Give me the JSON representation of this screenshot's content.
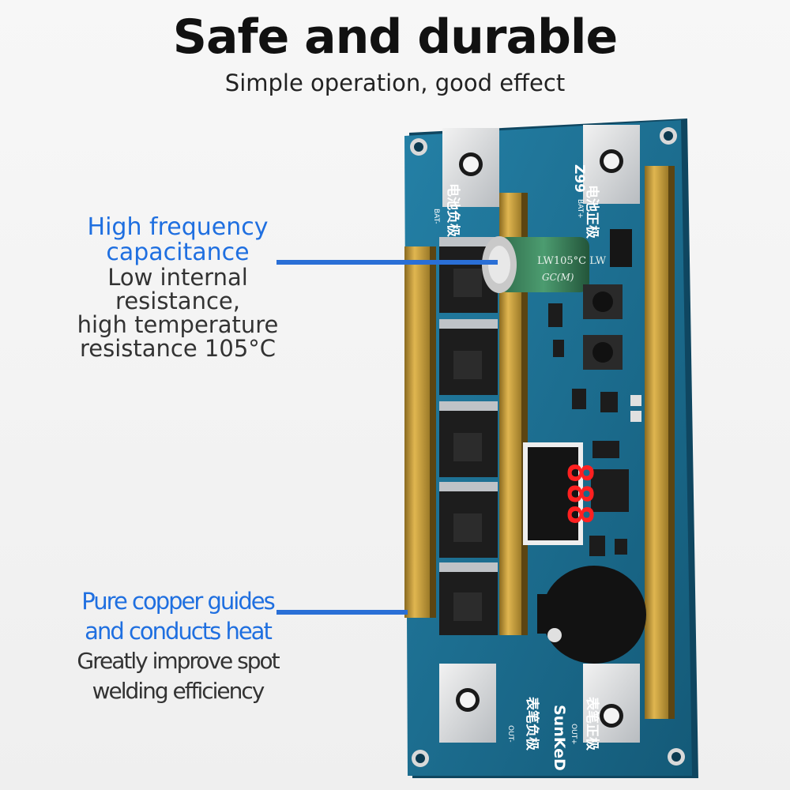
{
  "heading": {
    "title": "Safe and durable",
    "subtitle": "Simple operation, good effect"
  },
  "callouts": [
    {
      "highlight": "High frequency\ncapacitance",
      "body": "Low internal\nresistance,\nhigh temperature\nresistance 105°C"
    },
    {
      "highlight": "Pure copper guides\nand conducts heat",
      "body": "Greatly improve spot\nwelding efficiency"
    }
  ],
  "board": {
    "model": "Z99",
    "brand": "SunKeD",
    "bat_neg": "电池负极",
    "bat_pos": "电池正极",
    "out_neg": "表笔负极",
    "out_pos": "表笔正极",
    "bat_neg_tag": "BAT-",
    "bat_pos_tag": "BAT+",
    "out_neg_tag": "OUT-",
    "out_pos_tag": "OUT+",
    "cap_label_1": "LW105°C LW",
    "cap_label_2": "GC(M)",
    "display_digits": "888",
    "colors": {
      "pcb": "#1b6e8f",
      "copper": "#c9a040",
      "led": "#ff2020",
      "callout": "#1f6fe0"
    }
  }
}
